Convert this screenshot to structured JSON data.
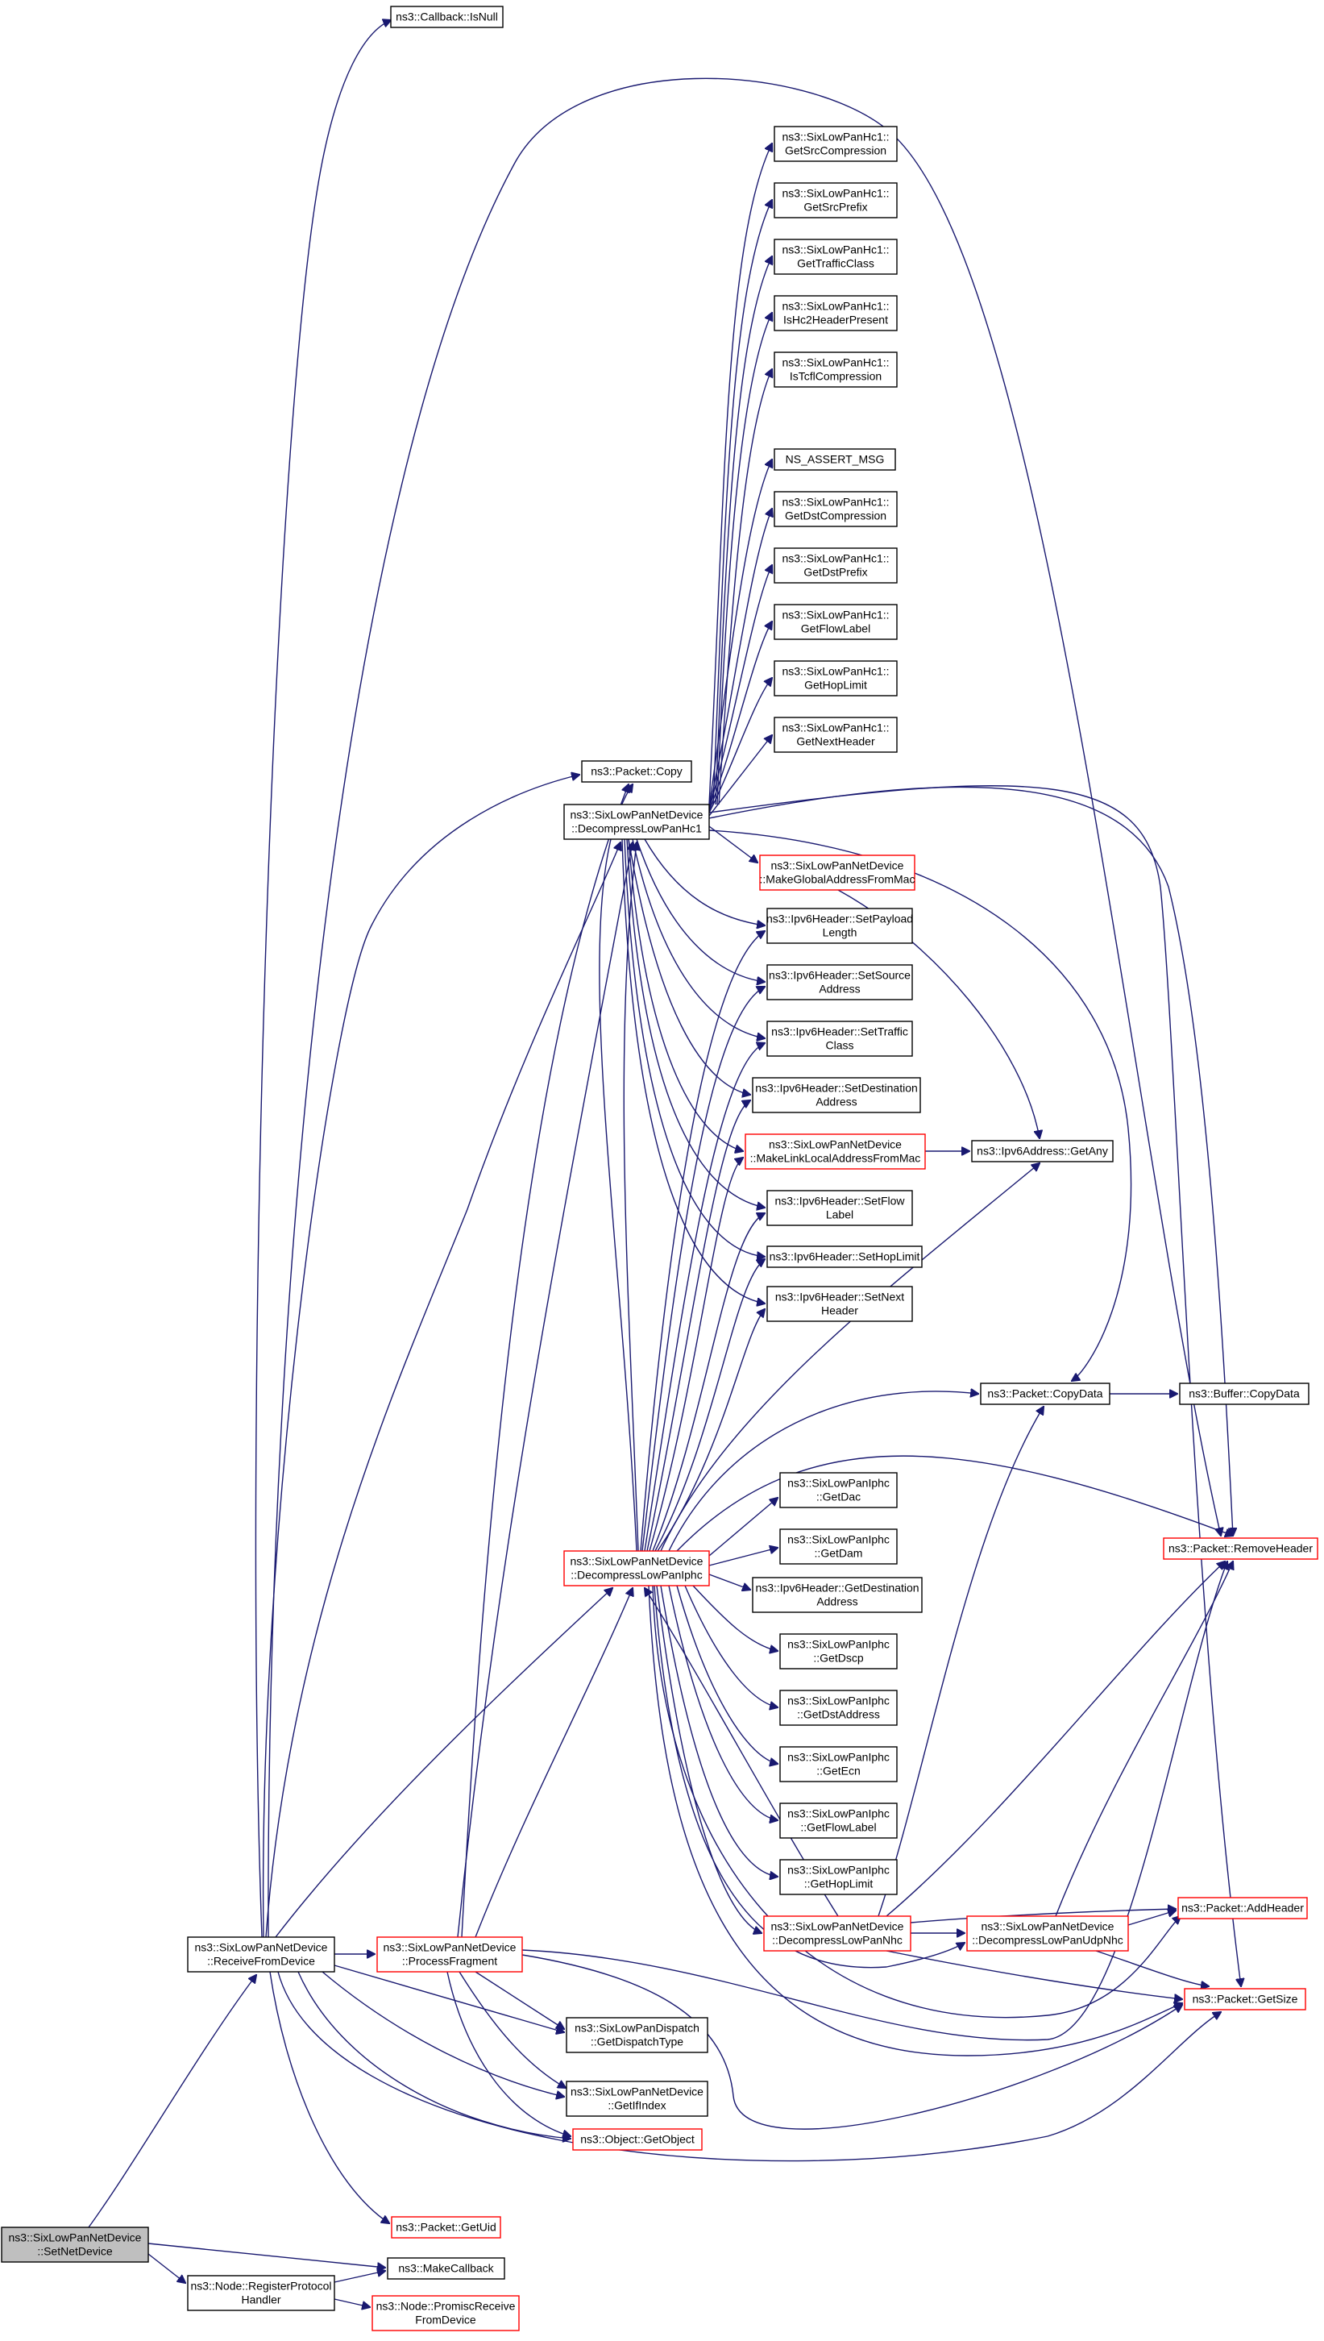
{
  "colors": {
    "edge": "#191970",
    "box_border_default": "#000000",
    "box_border_truncated": "#ff0000",
    "box_fill": "#ffffff",
    "box_fill_root": "#bfbfbf"
  },
  "nodes": [
    {
      "id": "setnetdevice",
      "lines": [
        "ns3::SixLowPanNetDevice",
        "::SetNetDevice"
      ],
      "root": true,
      "border": "black"
    },
    {
      "id": "receivefromdevice",
      "lines": [
        "ns3::SixLowPanNetDevice",
        "::ReceiveFromDevice"
      ],
      "border": "black"
    },
    {
      "id": "registerprotocolhandler",
      "lines": [
        "ns3::Node::RegisterProtocol",
        "Handler"
      ],
      "border": "black"
    },
    {
      "id": "makecallback",
      "lines": [
        "ns3::MakeCallback"
      ],
      "border": "black"
    },
    {
      "id": "promiscreceive",
      "lines": [
        "ns3::Node::PromiscReceive",
        "FromDevice"
      ],
      "border": "red"
    },
    {
      "id": "callbackisnull",
      "lines": [
        "ns3::Callback::IsNull"
      ],
      "border": "black"
    },
    {
      "id": "packetcopy",
      "lines": [
        "ns3::Packet::Copy"
      ],
      "border": "black"
    },
    {
      "id": "decompresshc1",
      "lines": [
        "ns3::SixLowPanNetDevice",
        "::DecompressLowPanHc1"
      ],
      "border": "black"
    },
    {
      "id": "decompressiphc",
      "lines": [
        "ns3::SixLowPanNetDevice",
        "::DecompressLowPanIphc"
      ],
      "border": "red"
    },
    {
      "id": "processfragment",
      "lines": [
        "ns3::SixLowPanNetDevice",
        "::ProcessFragment"
      ],
      "border": "red"
    },
    {
      "id": "getdispatchtype",
      "lines": [
        "ns3::SixLowPanDispatch",
        "::GetDispatchType"
      ],
      "border": "black"
    },
    {
      "id": "getifindex",
      "lines": [
        "ns3::SixLowPanNetDevice",
        "::GetIfIndex"
      ],
      "border": "black"
    },
    {
      "id": "getobject",
      "lines": [
        "ns3::Object::GetObject"
      ],
      "border": "red"
    },
    {
      "id": "getuid",
      "lines": [
        "ns3::Packet::GetUid"
      ],
      "border": "red"
    },
    {
      "id": "hc1getsrccompression",
      "lines": [
        "ns3::SixLowPanHc1::",
        "GetSrcCompression"
      ],
      "border": "black"
    },
    {
      "id": "hc1getsrcprefix",
      "lines": [
        "ns3::SixLowPanHc1::",
        "GetSrcPrefix"
      ],
      "border": "black"
    },
    {
      "id": "hc1gettrafficclass",
      "lines": [
        "ns3::SixLowPanHc1::",
        "GetTrafficClass"
      ],
      "border": "black"
    },
    {
      "id": "hc1ishc2headerpresent",
      "lines": [
        "ns3::SixLowPanHc1::",
        "IsHc2HeaderPresent"
      ],
      "border": "black"
    },
    {
      "id": "hc1istcflcompression",
      "lines": [
        "ns3::SixLowPanHc1::",
        "IsTcflCompression"
      ],
      "border": "black"
    },
    {
      "id": "nsassertmsg",
      "lines": [
        "NS_ASSERT_MSG"
      ],
      "border": "black"
    },
    {
      "id": "hc1getdstcompression",
      "lines": [
        "ns3::SixLowPanHc1::",
        "GetDstCompression"
      ],
      "border": "black"
    },
    {
      "id": "hc1getdstprefix",
      "lines": [
        "ns3::SixLowPanHc1::",
        "GetDstPrefix"
      ],
      "border": "black"
    },
    {
      "id": "hc1getflowlabel",
      "lines": [
        "ns3::SixLowPanHc1::",
        "GetFlowLabel"
      ],
      "border": "black"
    },
    {
      "id": "hc1gethoplimit",
      "lines": [
        "ns3::SixLowPanHc1::",
        "GetHopLimit"
      ],
      "border": "black"
    },
    {
      "id": "hc1getnextheader",
      "lines": [
        "ns3::SixLowPanHc1::",
        "GetNextHeader"
      ],
      "border": "black"
    },
    {
      "id": "makeglobaladdress",
      "lines": [
        "ns3::SixLowPanNetDevice",
        "::MakeGlobalAddressFromMac"
      ],
      "border": "red"
    },
    {
      "id": "setpayloadlength",
      "lines": [
        "ns3::Ipv6Header::SetPayload",
        "Length"
      ],
      "border": "black"
    },
    {
      "id": "setsourceaddress",
      "lines": [
        "ns3::Ipv6Header::SetSource",
        "Address"
      ],
      "border": "black"
    },
    {
      "id": "settrafficclass",
      "lines": [
        "ns3::Ipv6Header::SetTraffic",
        "Class"
      ],
      "border": "black"
    },
    {
      "id": "setdestinationaddress",
      "lines": [
        "ns3::Ipv6Header::SetDestination",
        "Address"
      ],
      "border": "black"
    },
    {
      "id": "makelinklocal",
      "lines": [
        "ns3::SixLowPanNetDevice",
        "::MakeLinkLocalAddressFromMac"
      ],
      "border": "red"
    },
    {
      "id": "ipv6addressgetany",
      "lines": [
        "ns3::Ipv6Address::GetAny"
      ],
      "border": "black"
    },
    {
      "id": "setflowlabel",
      "lines": [
        "ns3::Ipv6Header::SetFlow",
        "Label"
      ],
      "border": "black"
    },
    {
      "id": "sethoplimit",
      "lines": [
        "ns3::Ipv6Header::SetHopLimit"
      ],
      "border": "black"
    },
    {
      "id": "setnextheader",
      "lines": [
        "ns3::Ipv6Header::SetNext",
        "Header"
      ],
      "border": "black"
    },
    {
      "id": "packetcopydata",
      "lines": [
        "ns3::Packet::CopyData"
      ],
      "border": "black"
    },
    {
      "id": "buffercopydata",
      "lines": [
        "ns3::Buffer::CopyData"
      ],
      "border": "black"
    },
    {
      "id": "iphcgetdac",
      "lines": [
        "ns3::SixLowPanIphc",
        "::GetDac"
      ],
      "border": "black"
    },
    {
      "id": "iphcgetdam",
      "lines": [
        "ns3::SixLowPanIphc",
        "::GetDam"
      ],
      "border": "black"
    },
    {
      "id": "getdestinationaddress",
      "lines": [
        "ns3::Ipv6Header::GetDestination",
        "Address"
      ],
      "border": "black"
    },
    {
      "id": "iphcgetdscp",
      "lines": [
        "ns3::SixLowPanIphc",
        "::GetDscp"
      ],
      "border": "black"
    },
    {
      "id": "iphcgetdstaddress",
      "lines": [
        "ns3::SixLowPanIphc",
        "::GetDstAddress"
      ],
      "border": "black"
    },
    {
      "id": "iphcgetecn",
      "lines": [
        "ns3::SixLowPanIphc",
        "::GetEcn"
      ],
      "border": "black"
    },
    {
      "id": "iphcgetflowlabel",
      "lines": [
        "ns3::SixLowPanIphc",
        "::GetFlowLabel"
      ],
      "border": "black"
    },
    {
      "id": "iphcgethoplimit",
      "lines": [
        "ns3::SixLowPanIphc",
        "::GetHopLimit"
      ],
      "border": "black"
    },
    {
      "id": "decompressnhc",
      "lines": [
        "ns3::SixLowPanNetDevice",
        "::DecompressLowPanNhc"
      ],
      "border": "red"
    },
    {
      "id": "decompressudpnhc",
      "lines": [
        "ns3::SixLowPanNetDevice",
        "::DecompressLowPanUdpNhc"
      ],
      "border": "red"
    },
    {
      "id": "packetremoveheader",
      "lines": [
        "ns3::Packet::RemoveHeader"
      ],
      "border": "red"
    },
    {
      "id": "packetaddheader",
      "lines": [
        "ns3::Packet::AddHeader"
      ],
      "border": "red"
    },
    {
      "id": "packetgetsize",
      "lines": [
        "ns3::Packet::GetSize"
      ],
      "border": "red"
    }
  ]
}
